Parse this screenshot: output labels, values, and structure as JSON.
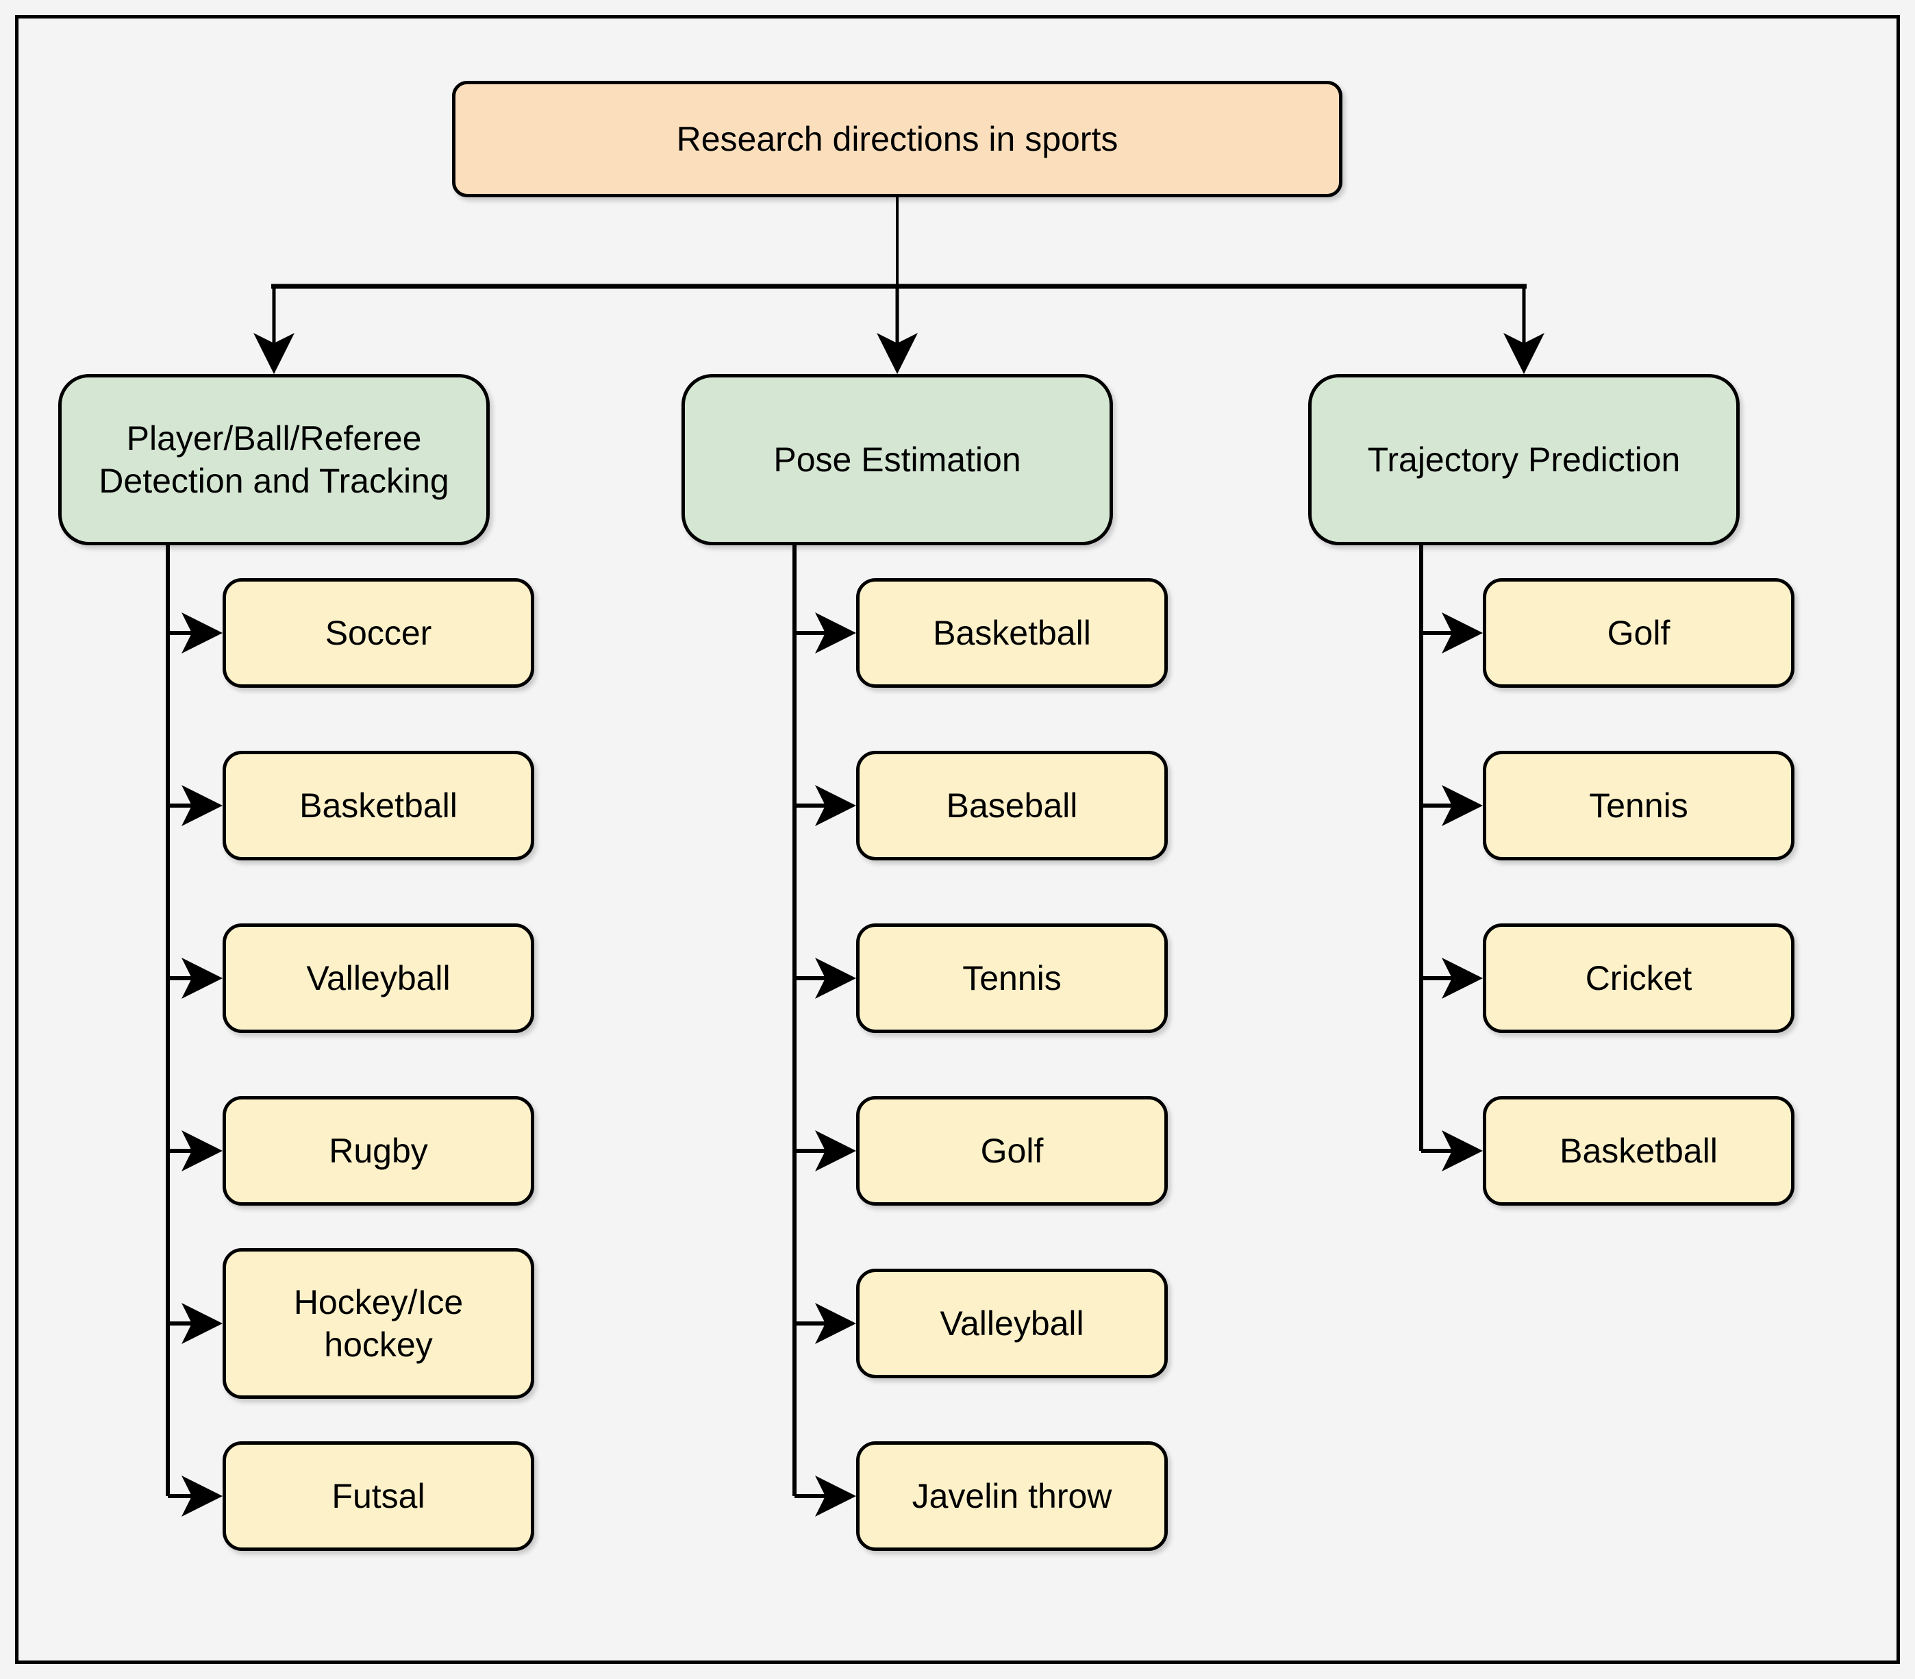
{
  "figure": {
    "title": "Research directions in sports",
    "branches": [
      {
        "label": "Player/Ball/Referee Detection and Tracking",
        "children": [
          "Soccer",
          "Basketball",
          "Valleyball",
          "Rugby",
          "Hockey/Ice hockey",
          "Futsal"
        ]
      },
      {
        "label": "Pose Estimation",
        "children": [
          "Basketball",
          "Baseball",
          "Tennis",
          "Golf",
          "Valleyball",
          "Javelin throw"
        ]
      },
      {
        "label": "Trajectory Prediction",
        "children": [
          "Golf",
          "Tennis",
          "Cricket",
          "Basketball"
        ]
      }
    ],
    "colors": {
      "root_fill": "#FBDFBD",
      "branch_fill": "#D5E7D3",
      "child_fill": "#FDF1C9",
      "line": "#000000",
      "background": "#F4F4F5"
    }
  }
}
